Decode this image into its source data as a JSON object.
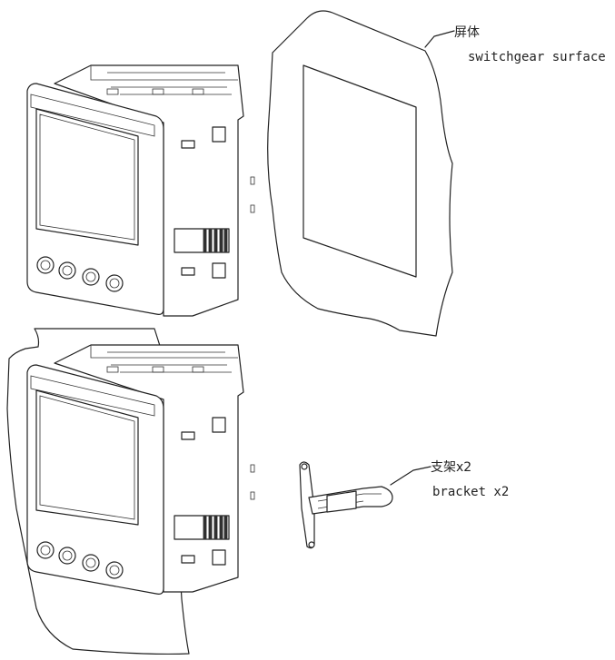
{
  "labels": {
    "panel_cn": "屏体",
    "panel_en": "switchgear surface",
    "bracket_cn": "支架x2",
    "bracket_en": "bracket x2"
  }
}
